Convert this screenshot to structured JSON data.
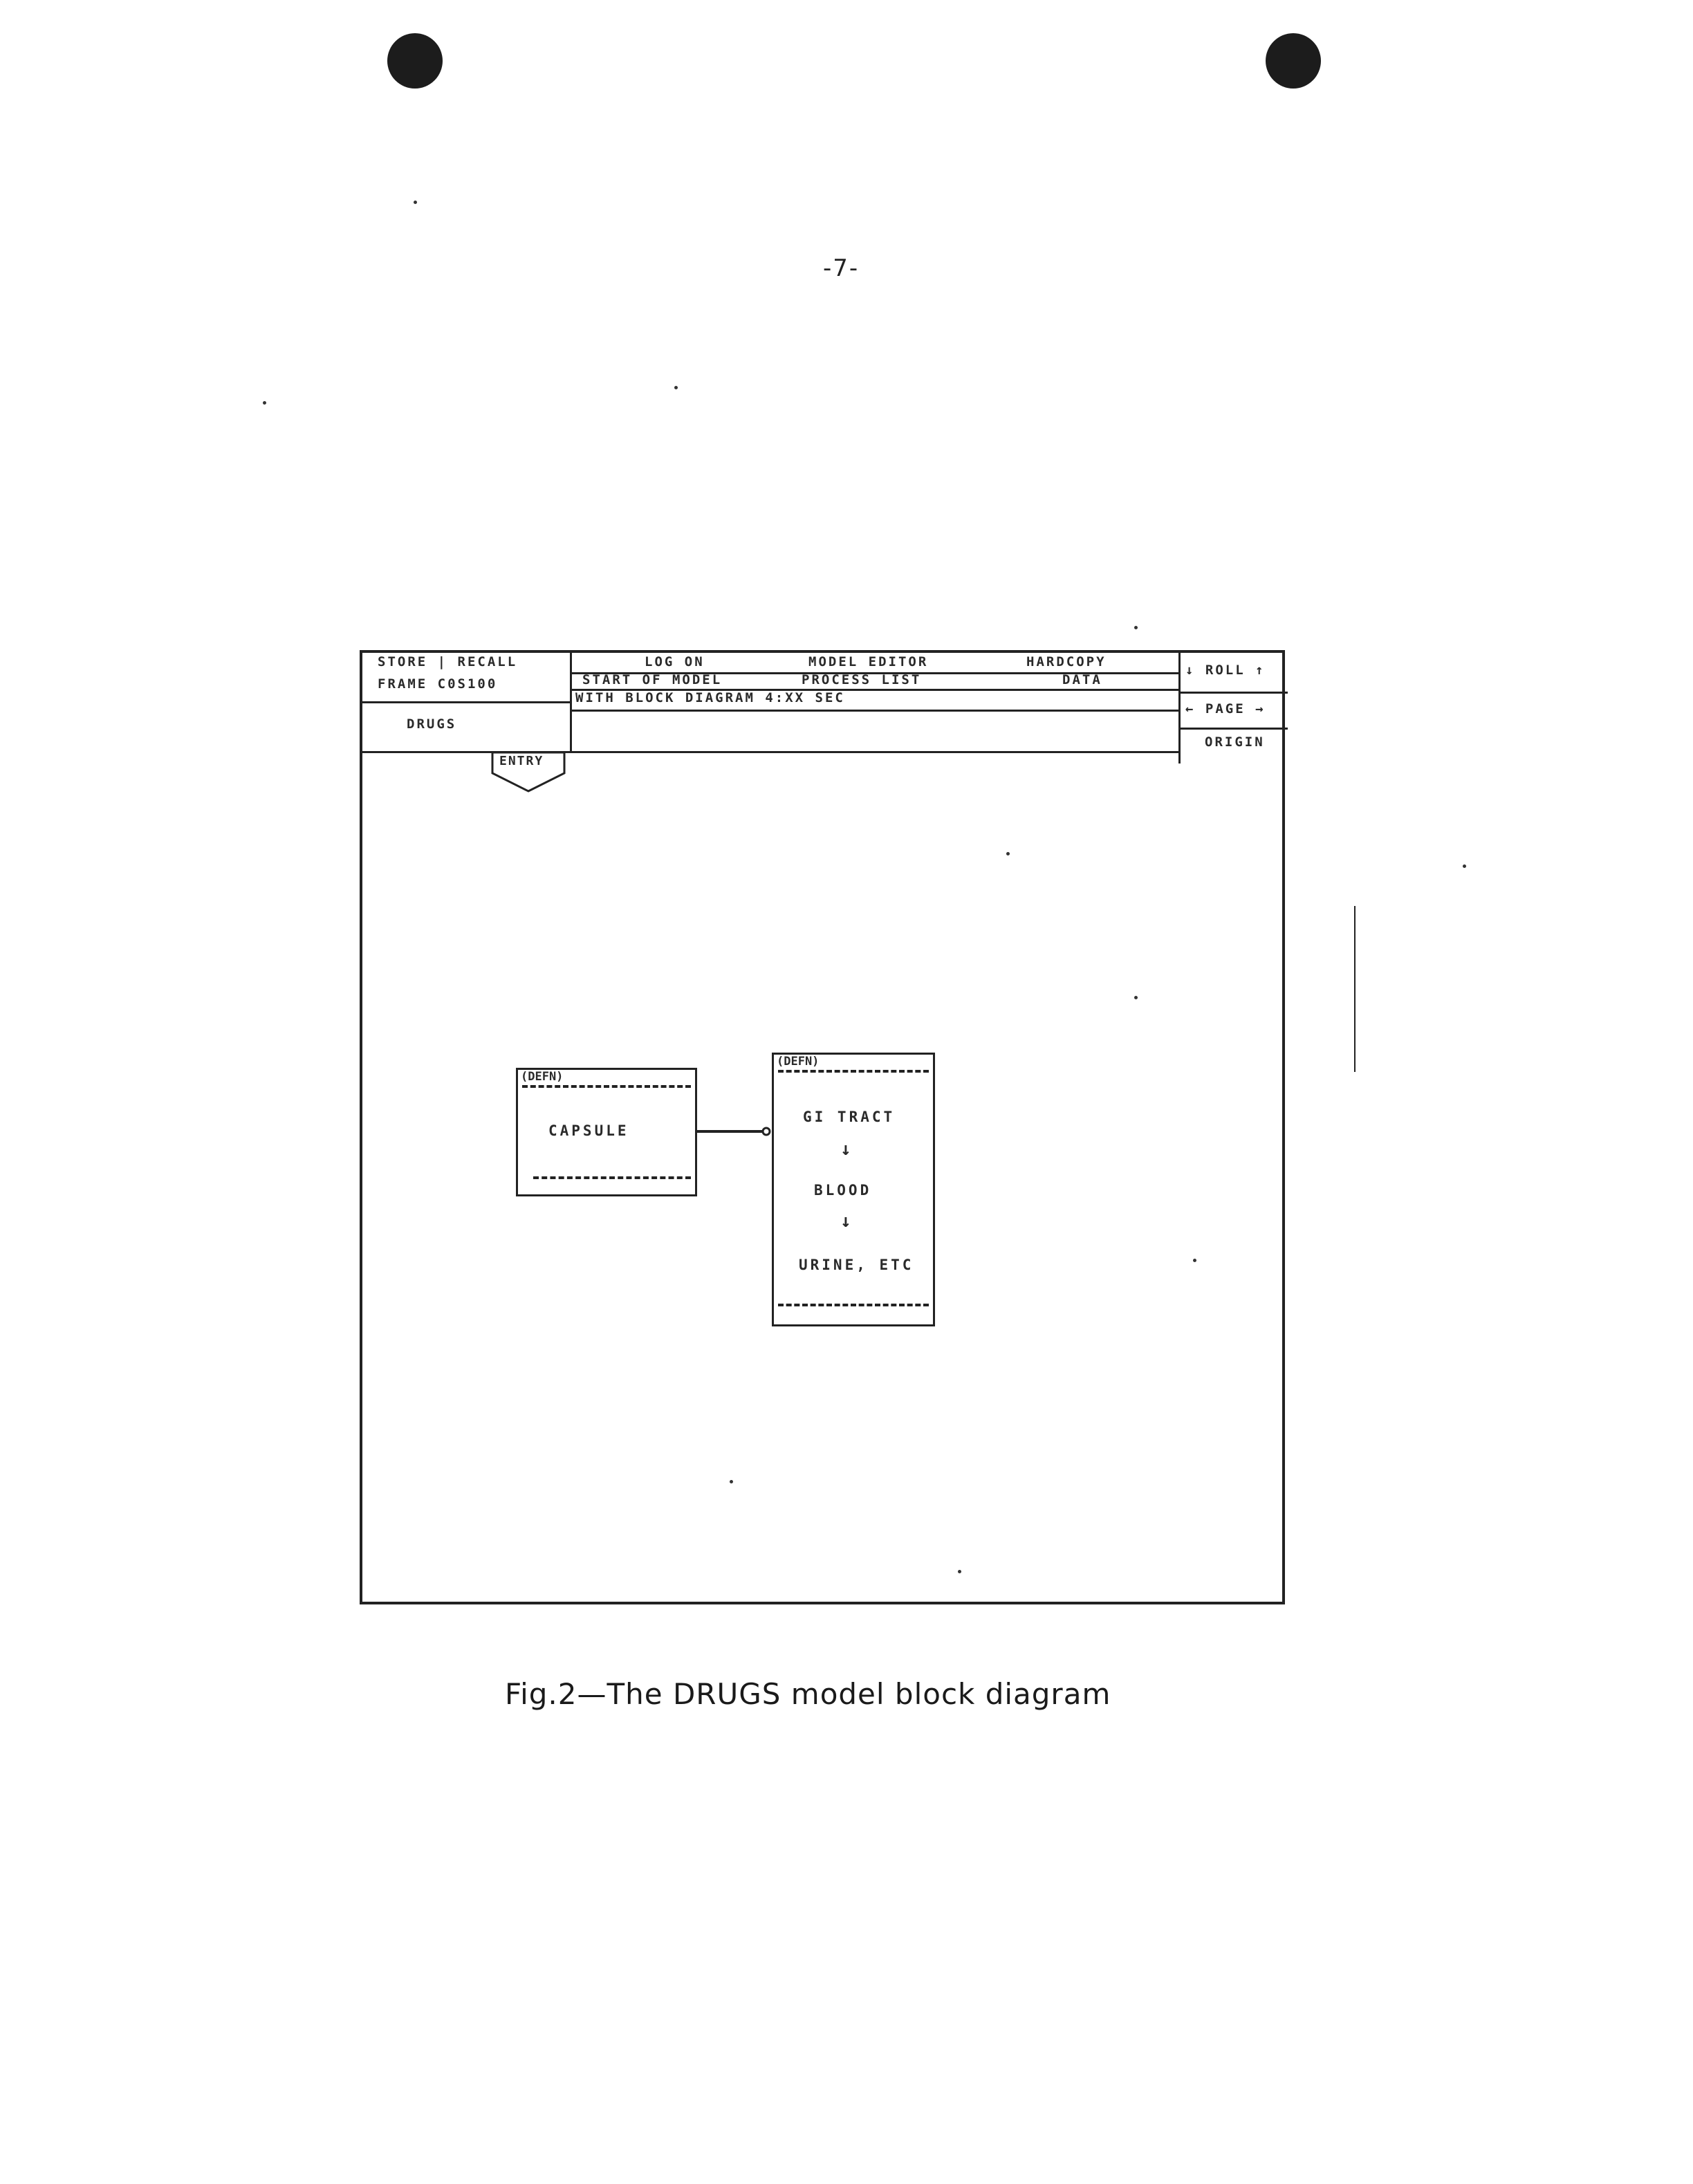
{
  "page": {
    "number": "-7-",
    "caption": "Fig.2—The DRUGS model block diagram"
  },
  "screen": {
    "store_recall": "STORE | RECALL",
    "frame_label": "FRAME C0S100",
    "model_name": "DRUGS",
    "entry_tag": "ENTRY",
    "menu": {
      "log_on": "LOG ON",
      "model_editor": "MODEL EDITOR",
      "hardcopy": "HARDCOPY",
      "data": "DATA",
      "start_of_model": "START OF MODEL",
      "process_list": "PROCESS LIST",
      "block_diagram_line": "WITH BLOCK DIAGRAM 4:XX SEC"
    },
    "nav": {
      "roll": "↓ ROLL ↑",
      "page": "← PAGE →",
      "origin": "ORIGIN"
    }
  },
  "diagram": {
    "capsule": {
      "tag": "(DEFN)",
      "label": "CAPSULE"
    },
    "body": {
      "tag": "(DEFN)",
      "steps": [
        "GI TRACT",
        "BLOOD",
        "URINE, ETC"
      ],
      "arrow": "↓"
    }
  }
}
